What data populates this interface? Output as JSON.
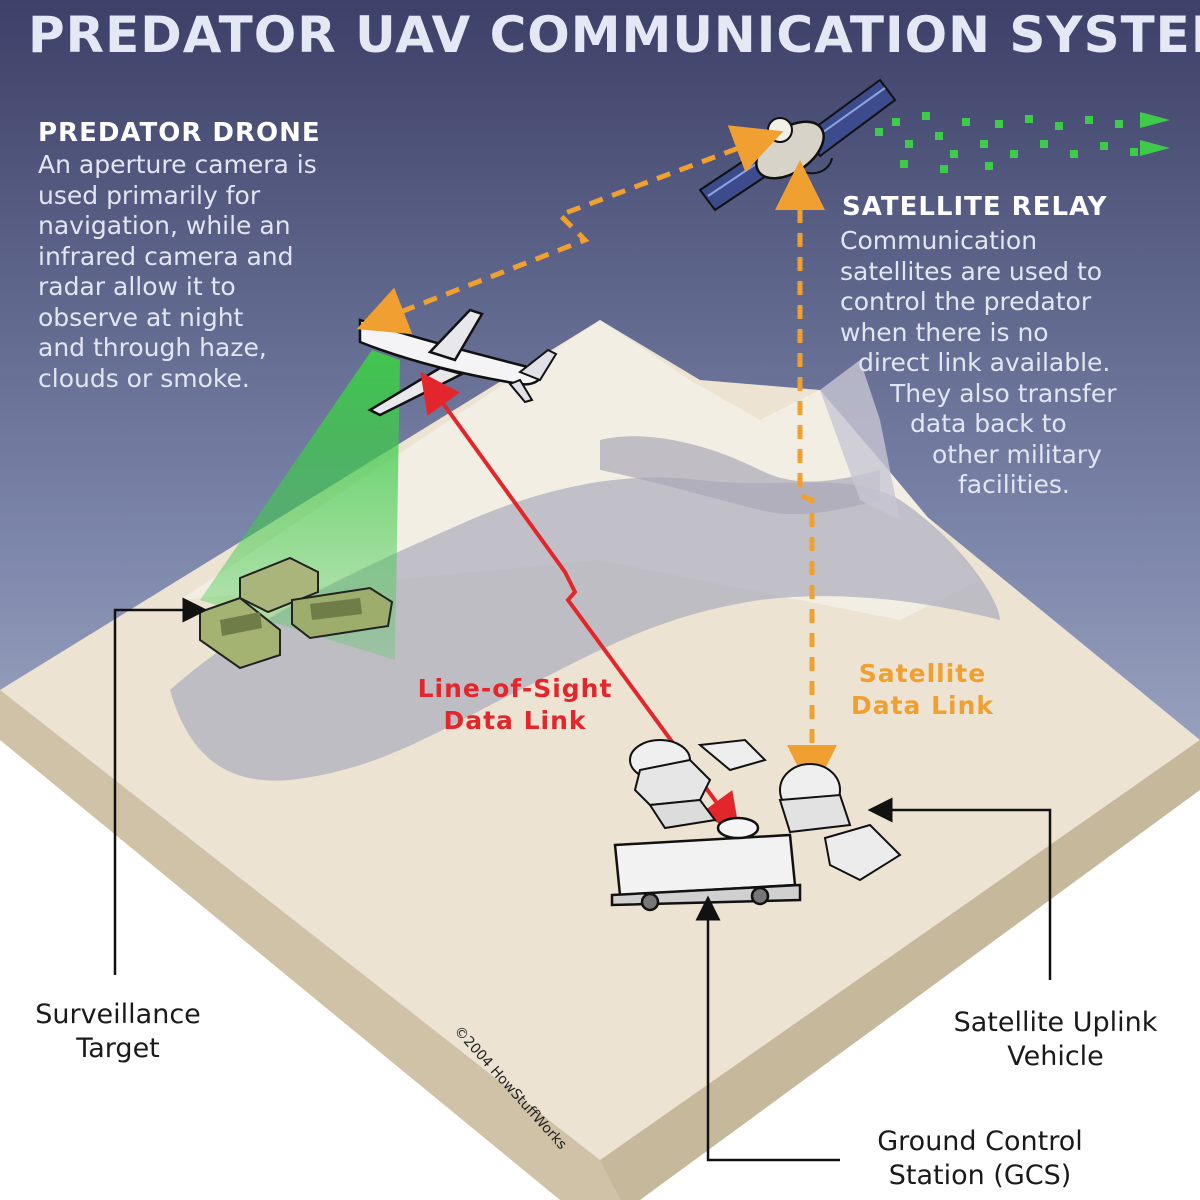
{
  "title": "PREDATOR UAV COMMUNICATION SYSTEM",
  "drone": {
    "heading": "PREDATOR DRONE",
    "body_lines": [
      "An aperture camera is",
      "used primarily for",
      "navigation, while an",
      "infrared camera and",
      "radar allow it to",
      "observe at night",
      "and through haze,",
      "clouds or smoke."
    ]
  },
  "satellite": {
    "heading": "SATELLITE RELAY",
    "body_lines": [
      "Communication",
      "satellites are used to",
      "control the predator",
      "when there is no",
      "direct link available.",
      "They also transfer",
      "data back to",
      "other military",
      "facilities."
    ]
  },
  "links": {
    "los_lines": [
      "Line-of-Sight",
      "Data Link"
    ],
    "sat_lines": [
      "Satellite",
      "Data Link"
    ]
  },
  "callouts": {
    "target_lines": [
      "Surveillance",
      "Target"
    ],
    "uplink_lines": [
      "Satellite Uplink",
      "Vehicle"
    ],
    "gcs_lines": [
      "Ground Control",
      "Station (GCS)"
    ]
  },
  "copyright": "©2004 HowStuffWorks",
  "colors": {
    "sky_top": "#3d4068",
    "sky_bottom": "#d6dbe6",
    "los_link": "#e3262b",
    "satellite_link": "#f0a030",
    "camera_beam": "#3ecb4a",
    "ground": "#ece3d2",
    "mountain_shadow": "#b7b6c2"
  }
}
